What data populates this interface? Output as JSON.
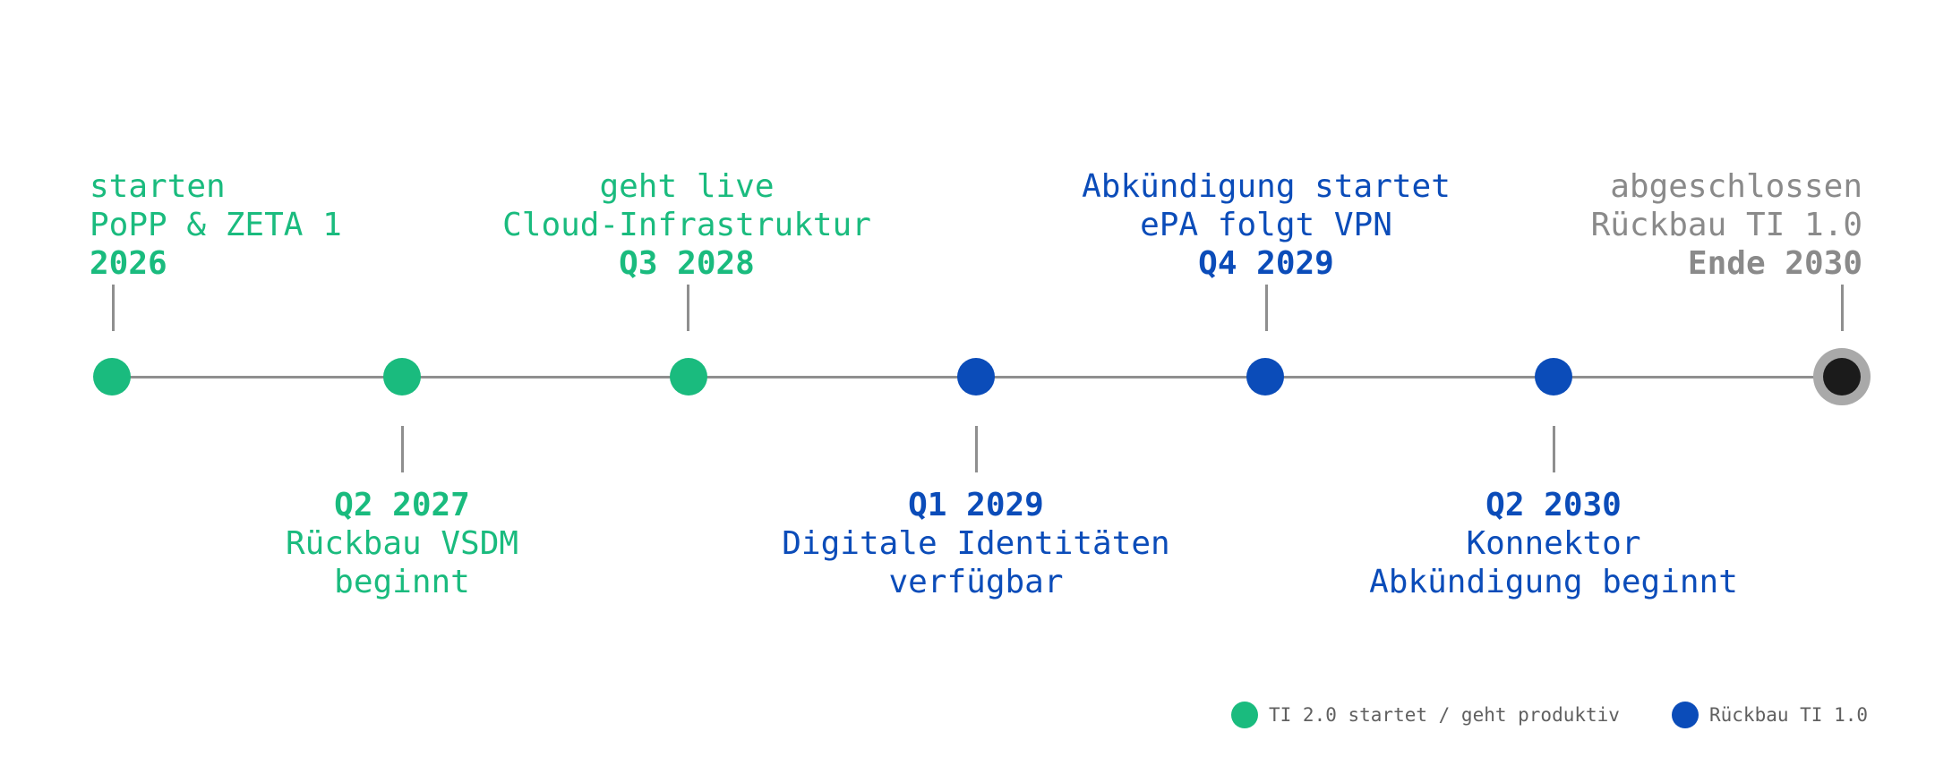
{
  "colors": {
    "green": "#1abb7e",
    "blue": "#0b4cb9",
    "gray": "#8a8a8a",
    "line": "#8f8f8f",
    "final_ring": "#a9a9a9",
    "final_core": "#1b1b1b"
  },
  "milestones": [
    {
      "id": "m1",
      "date": "2026",
      "lines": [
        "starten",
        "PoPP & ZETA 1"
      ],
      "category": "ti20"
    },
    {
      "id": "m2",
      "date": "Q2 2027",
      "lines": [
        "Rückbau VSDM",
        "beginnt"
      ],
      "category": "ti20"
    },
    {
      "id": "m3",
      "date": "Q3 2028",
      "lines": [
        "geht live",
        "Cloud-Infrastruktur"
      ],
      "category": "ti20"
    },
    {
      "id": "m4",
      "date": "Q1 2029",
      "lines": [
        "Digitale Identitäten",
        "verfügbar"
      ],
      "category": "rueckbau"
    },
    {
      "id": "m5",
      "date": "Q4 2029",
      "lines": [
        "Abkündigung startet",
        "ePA folgt VPN"
      ],
      "category": "rueckbau"
    },
    {
      "id": "m6",
      "date": "Q2 2030",
      "lines": [
        "Konnektor",
        "Abkündigung beginnt"
      ],
      "category": "rueckbau"
    },
    {
      "id": "m7",
      "date": "Ende 2030",
      "lines": [
        "abgeschlossen",
        "Rückbau TI 1.0"
      ],
      "category": "final"
    }
  ],
  "legend": [
    {
      "label": "TI 2.0 startet / geht produktiv",
      "color": "#1abb7e"
    },
    {
      "label": "Rückbau TI 1.0",
      "color": "#0b4cb9"
    }
  ]
}
